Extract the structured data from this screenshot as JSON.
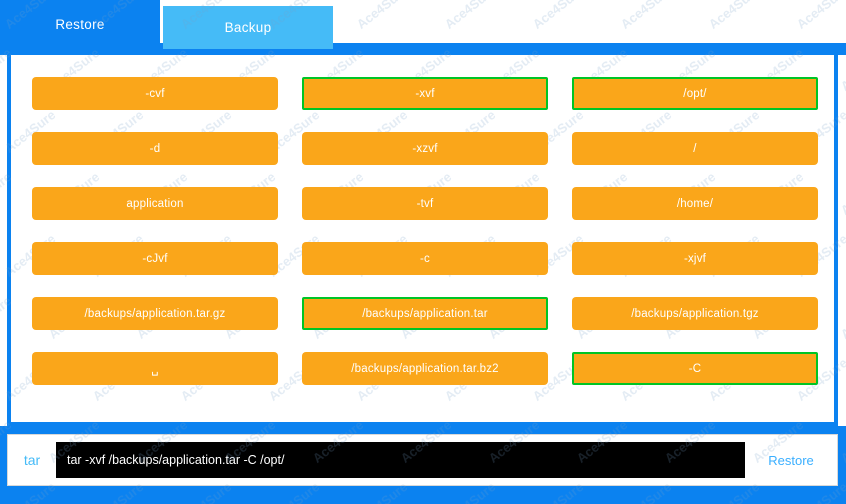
{
  "tabs": [
    {
      "id": "restore",
      "label": "Restore",
      "active": true
    },
    {
      "id": "backup",
      "label": "Backup",
      "active": false
    }
  ],
  "colors": {
    "accent_blue": "#0b82f0",
    "tab_inactive_blue": "#45bbf7",
    "token_orange": "#faa61a",
    "selected_green": "#00c425",
    "terminal_black": "#000000",
    "submit_text_blue": "#3bafff"
  },
  "grid": {
    "rows": [
      [
        {
          "label": "-cvf",
          "selected": false
        },
        {
          "label": "-xvf",
          "selected": true
        },
        {
          "label": "/opt/",
          "selected": true
        }
      ],
      [
        {
          "label": "-d",
          "selected": false
        },
        {
          "label": "-xzvf",
          "selected": false
        },
        {
          "label": "/",
          "selected": false
        }
      ],
      [
        {
          "label": "application",
          "selected": false
        },
        {
          "label": "-tvf",
          "selected": false
        },
        {
          "label": "/home/",
          "selected": false
        }
      ],
      [
        {
          "label": "-cJvf",
          "selected": false
        },
        {
          "label": "-c",
          "selected": false
        },
        {
          "label": "-xjvf",
          "selected": false
        }
      ],
      [
        {
          "label": "/backups/application.tar.gz",
          "selected": false
        },
        {
          "label": "/backups/application.tar",
          "selected": true
        },
        {
          "label": "/backups/application.tgz",
          "selected": false
        }
      ],
      [
        {
          "label": "␣",
          "selected": false
        },
        {
          "label": "/backups/application.tar.bz2",
          "selected": false
        },
        {
          "label": "-C",
          "selected": true
        }
      ]
    ]
  },
  "command_bar": {
    "prefix": "tar",
    "value": "tar -xvf /backups/application.tar -C /opt/",
    "placeholder": "",
    "submit_label": "Restore"
  },
  "watermark": {
    "text": "Ace4Sure"
  }
}
